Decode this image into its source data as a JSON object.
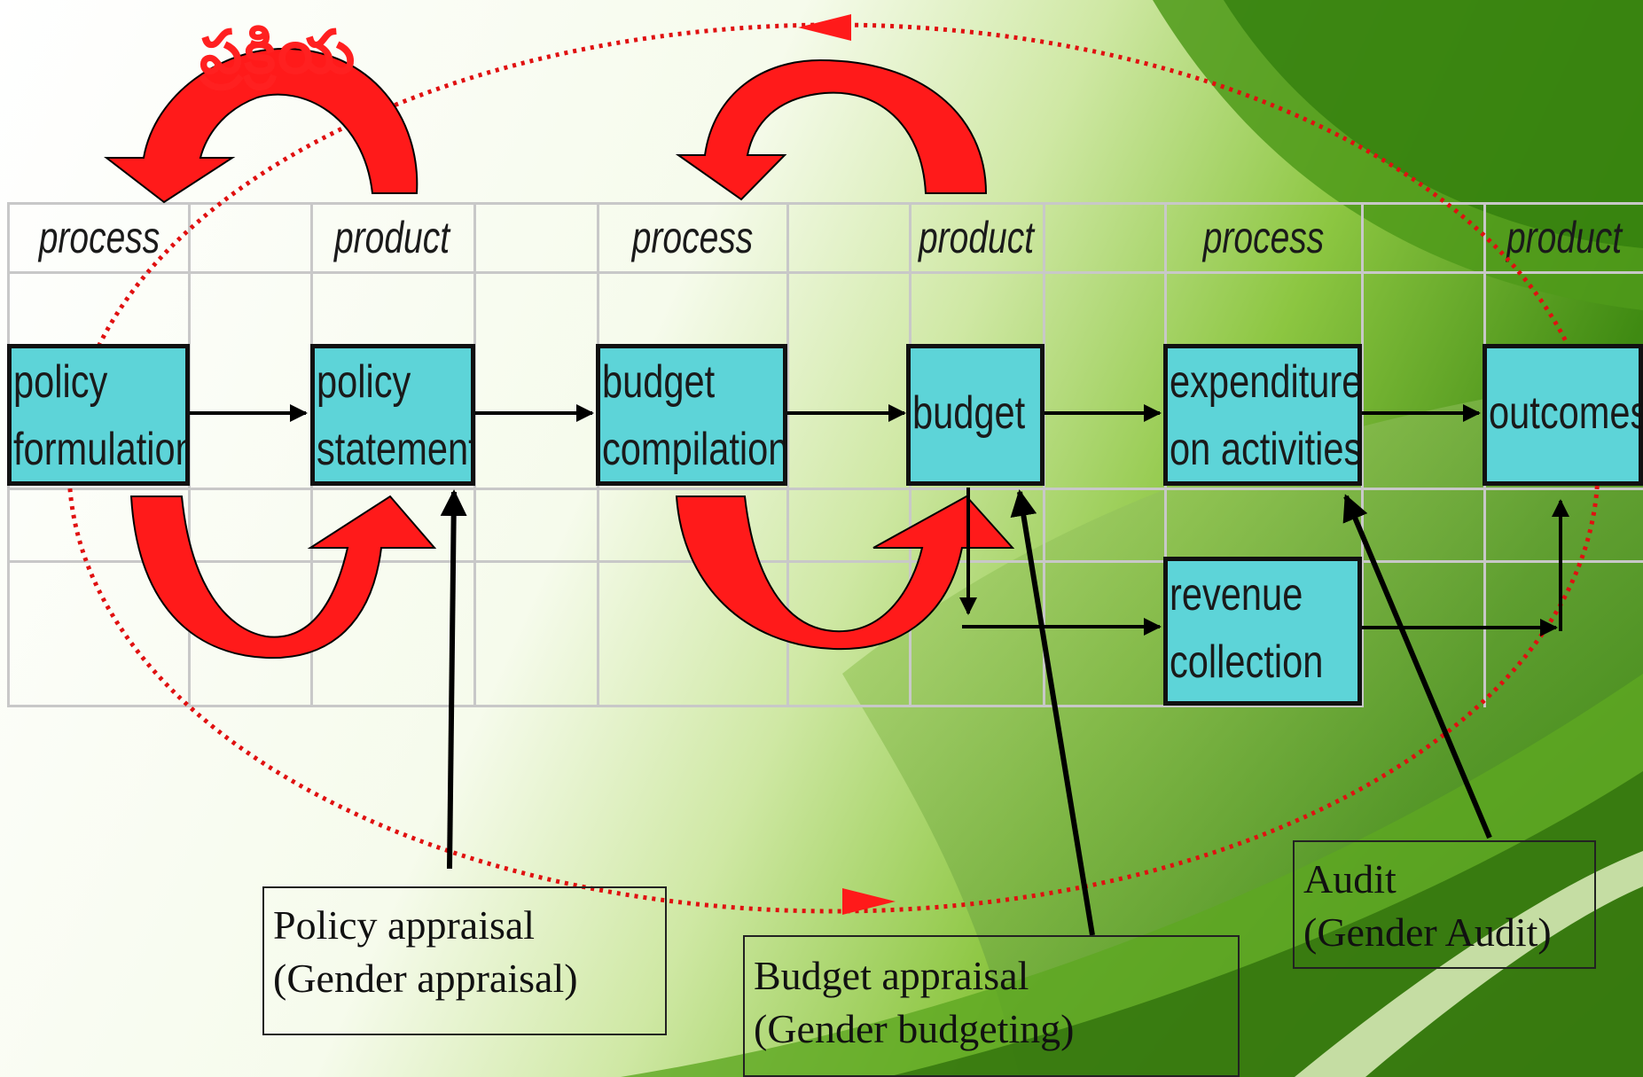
{
  "title": "ప్రక్రియ",
  "headers": [
    "process",
    "product",
    "process",
    "product",
    "process",
    "product"
  ],
  "boxes": {
    "policy_formulation": [
      "policy",
      "formulation"
    ],
    "policy_statement": [
      "policy",
      "statement"
    ],
    "budget_compilation": [
      "budget",
      "compilation"
    ],
    "budget": [
      "budget"
    ],
    "expenditure": [
      "expenditure",
      "on activities"
    ],
    "outcomes": [
      "outcomes"
    ],
    "revenue": [
      "revenue",
      "collection"
    ]
  },
  "labels": {
    "policy_appraisal": [
      "Policy appraisal",
      "(Gender appraisal)"
    ],
    "budget_appraisal": [
      "Budget appraisal",
      "(Gender budgeting)"
    ],
    "audit": [
      "Audit",
      "(Gender Audit)"
    ]
  },
  "colors": {
    "box_fill": "#5dd4d8",
    "cycle_arrow": "#ff1a1a",
    "dotted_ellipse": "#e01010",
    "background_green": "#6fb52c"
  }
}
